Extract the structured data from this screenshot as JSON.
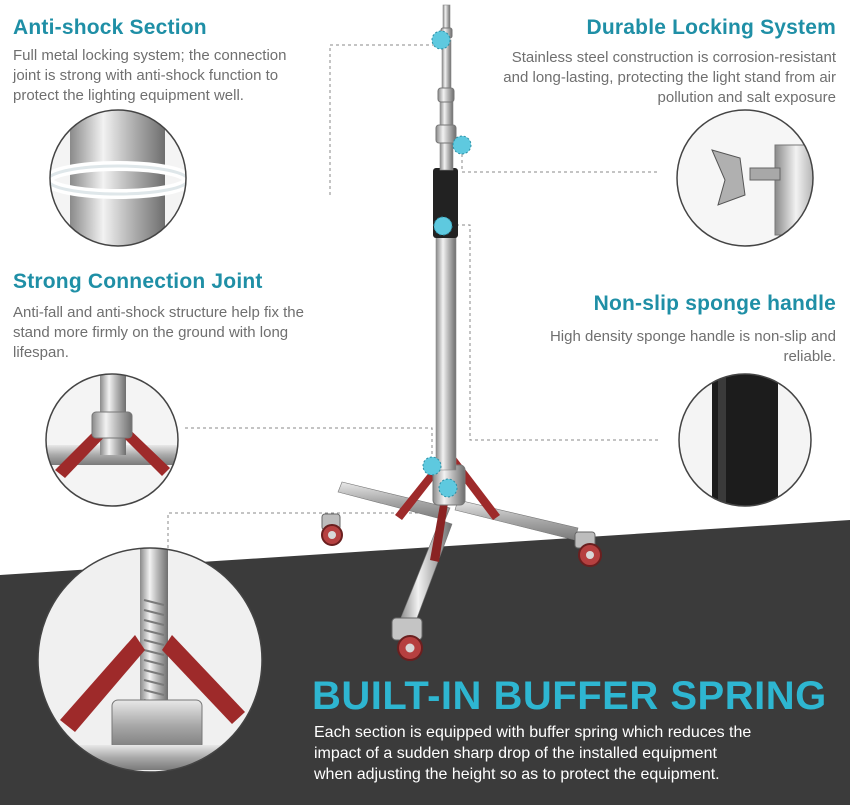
{
  "sections": {
    "anti_shock": {
      "title": "Anti-shock Section",
      "desc": "Full metal locking system; the connection joint is strong with anti-shock function to protect the lighting equipment well."
    },
    "durable_locking": {
      "title": "Durable Locking System",
      "desc": "Stainless steel construction is corrosion-resistant and long-lasting, protecting the light stand from air pollution and salt exposure"
    },
    "strong_joint": {
      "title": "Strong Connection Joint",
      "desc": "Anti-fall and anti-shock structure help fix the stand more firmly on the ground with long lifespan."
    },
    "sponge_handle": {
      "title": "Non-slip sponge handle",
      "desc": "High density sponge handle is non-slip and reliable."
    },
    "buffer_spring": {
      "title": "BUILT-IN BUFFER SPRING",
      "desc": "Each section is equipped with buffer spring which reduces the impact of a sudden sharp drop of  the installed equipment when adjusting the height so as to protect the equipment."
    }
  },
  "colors": {
    "accent_title": "#1f8fa6",
    "big_title": "#2eb6d1",
    "dark_band": "#3b3b3b",
    "marker": "#5ec9df",
    "leg_red": "#9e2a2a",
    "chrome": "#c9c9c9"
  }
}
